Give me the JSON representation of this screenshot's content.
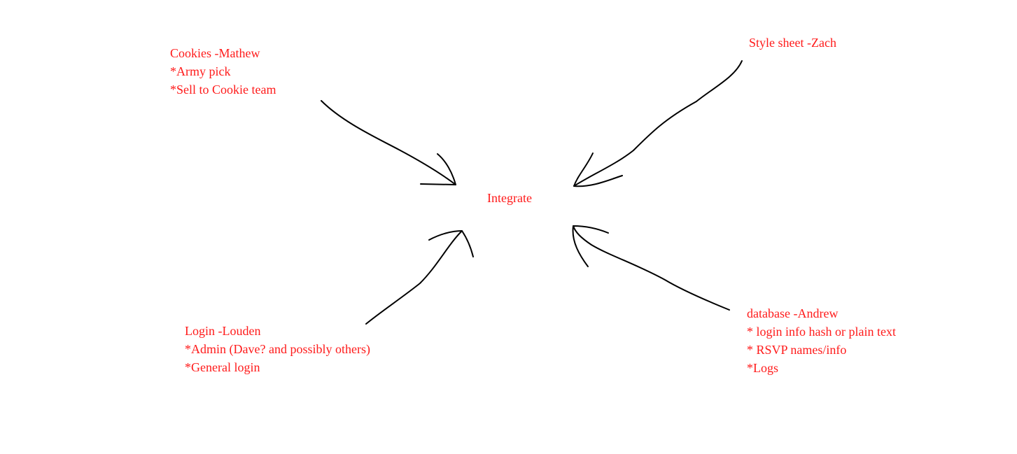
{
  "center": {
    "label": "Integrate"
  },
  "nodes": [
    {
      "id": "cookies",
      "title": "Cookies -Mathew",
      "items": [
        "*Army pick",
        "*Sell to Cookie team"
      ]
    },
    {
      "id": "style",
      "title": "Style sheet -Zach",
      "items": []
    },
    {
      "id": "login",
      "title": "Login -Louden",
      "items": [
        "*Admin (Dave? and possibly others)",
        "*General login"
      ]
    },
    {
      "id": "database",
      "title": "database -Andrew",
      "items": [
        "* login info hash or plain text",
        "* RSVP names/info",
        "*Logs"
      ]
    }
  ],
  "colors": {
    "text": "#ff1a1a",
    "arrows": "#000000",
    "background": "#ffffff"
  }
}
